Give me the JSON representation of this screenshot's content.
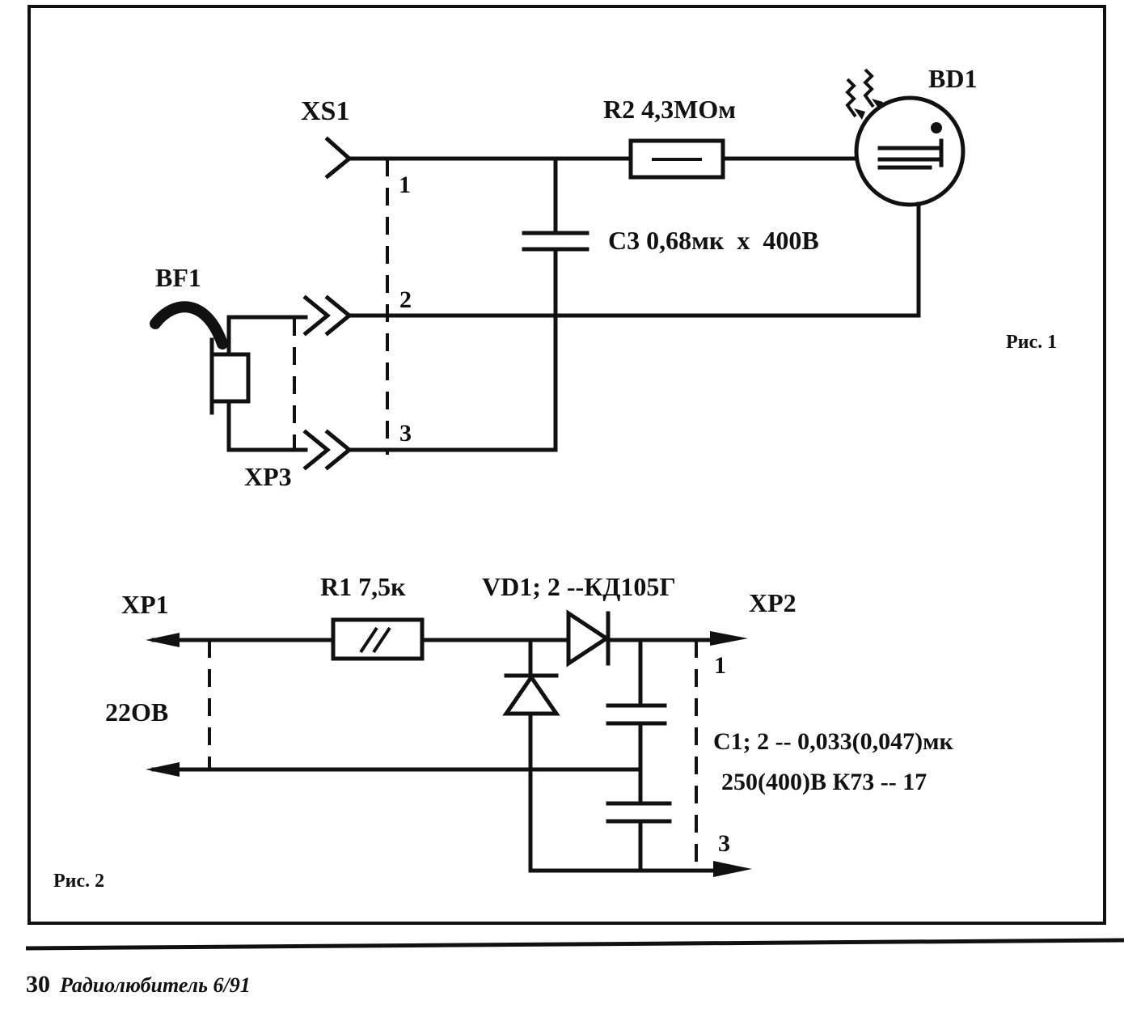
{
  "fig1": {
    "caption": "Рис. 1",
    "labels": {
      "xs1": "XS1",
      "r2": "R2 4,3МОм",
      "bd1": "BD1",
      "c3": "С3 0,68мк  х  400В",
      "bf1": "BF1",
      "xp3": "XP3",
      "pin1": "1",
      "pin2": "2",
      "pin3": "3"
    }
  },
  "fig2": {
    "caption": "Рис. 2",
    "labels": {
      "xp1": "XP1",
      "r1": "R1 7,5к",
      "vd": "VD1; 2 --КД105Г",
      "xp2": "XP2",
      "voltage": "22OB",
      "c12_line1": "C1; 2 -- 0,033(0,047)мк",
      "c12_line2": "250(400)В К73 -- 17",
      "pin1": "1",
      "pin3": "3"
    }
  },
  "footer": {
    "page_number": "30",
    "journal": "Радиолюбитель 6/91"
  }
}
